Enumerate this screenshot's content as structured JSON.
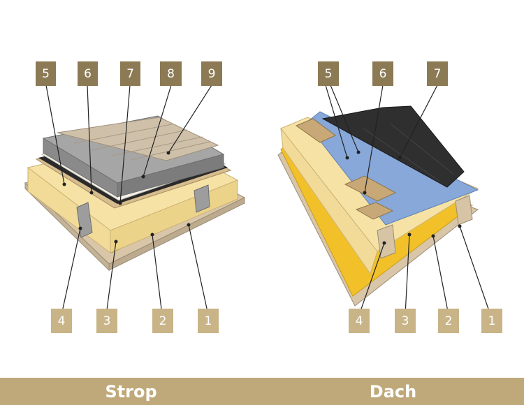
{
  "diagrams": [
    {
      "caption": "Strop",
      "callouts": [
        {
          "number": "1"
        },
        {
          "number": "2"
        },
        {
          "number": "3"
        },
        {
          "number": "4"
        },
        {
          "number": "5"
        },
        {
          "number": "6"
        },
        {
          "number": "7"
        },
        {
          "number": "8"
        },
        {
          "number": "9"
        }
      ]
    },
    {
      "caption": "Dach",
      "callouts": [
        {
          "number": "1"
        },
        {
          "number": "2"
        },
        {
          "number": "3"
        },
        {
          "number": "4"
        },
        {
          "number": "5"
        },
        {
          "number": "6"
        },
        {
          "number": "7"
        }
      ]
    }
  ],
  "colors": {
    "label_dark": "#8c7a55",
    "label_light": "#c9b487",
    "footer": "#bfa97a",
    "insulation": "#f6e2a5",
    "membrane_yellow": "#f2c129",
    "board": "#d9c6a8",
    "screed": "#8f8f8f",
    "floor_panel": "#cfc0aa",
    "foil": "#87a8d8",
    "roof_sheet": "#2f2f2f"
  }
}
